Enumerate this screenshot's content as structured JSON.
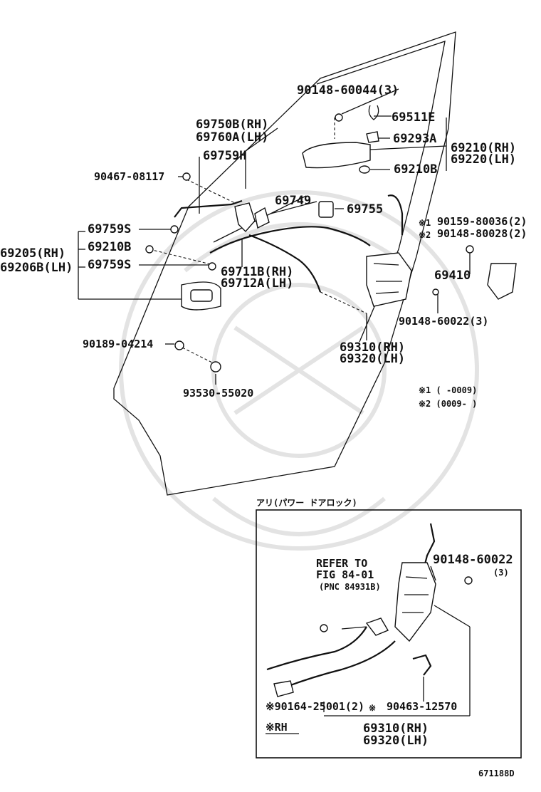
{
  "labels": {
    "p90148_60044": "90148-60044(3)",
    "p69750b": "69750B(RH)",
    "p69760a": "69760A(LH)",
    "p69511e": "69511E",
    "p69293a": "69293A",
    "p69210": "69210(RH)",
    "p69220": "69220(LH)",
    "p69759h": "69759H",
    "p69210b_top": "69210B",
    "p90467": "90467-08117",
    "p69749": "69749",
    "p69755": "69755",
    "p90159": "90159-80036(2)",
    "p90148_80028": "90148-80028(2)",
    "p69759s_a": "69759S",
    "p69205": "69205(RH)",
    "p69210b_left": "69210B",
    "p69206b": "69206B(LH)",
    "p69759s_b": "69759S",
    "p69711b": "69711B(RH)",
    "p69712a": "69712A(LH)",
    "p69410": "69410",
    "p90148_60022_3": "90148-60022(3)",
    "p90189": "90189-04214",
    "p69310": "69310(RH)",
    "p69320": "69320(LH)",
    "p93530": "93530-55020",
    "note1": "※1 (    -0009)",
    "note2": "※2 (0009-    )",
    "mark1": "※1",
    "mark2": "※2"
  },
  "inset": {
    "title": "アリ(パワー ドアロック)",
    "refer1": "REFER TO",
    "refer2": "FIG 84-01",
    "refer3": "(PNC 84931B)",
    "p90148_60022": "90148-60022",
    "qty3": "(3)",
    "p90164": "※90164-25001(2)",
    "mark_x": "※",
    "p90463": "90463-12570",
    "rh_note": "※RH",
    "p69310": "69310(RH)",
    "p69320": "69320(LH)"
  },
  "figure_id": "671188D"
}
